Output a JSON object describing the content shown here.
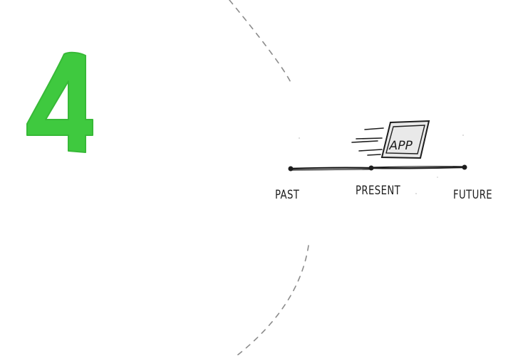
{
  "step": {
    "number": "4",
    "color": "#3fc93f"
  },
  "timeline": {
    "app_label": "APP",
    "past_label": "PAST",
    "present_label": "PRESENT",
    "future_label": "FUTURE"
  },
  "colors": {
    "ink": "#1d1d1d",
    "dash": "#8c8c8c"
  }
}
